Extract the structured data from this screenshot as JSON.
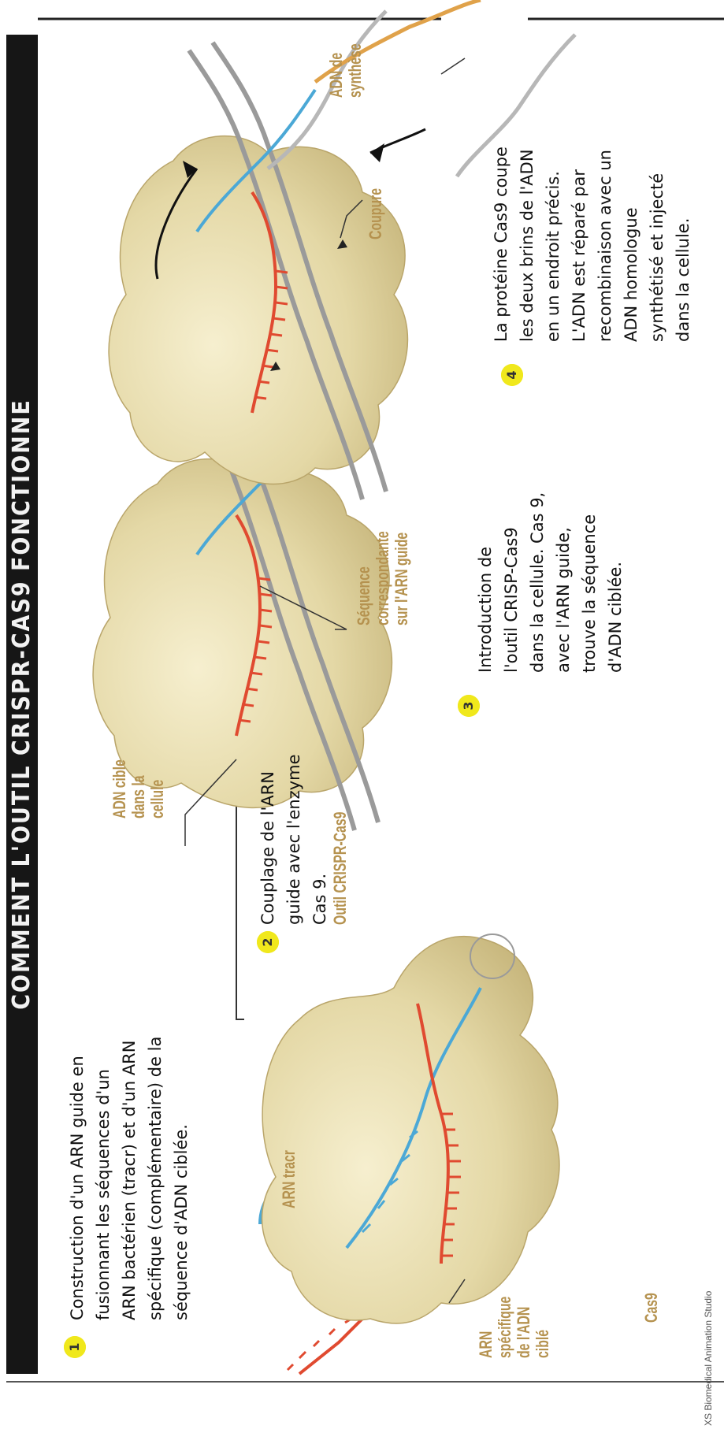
{
  "title": "COMMENT L'OUTIL CRISPR-CAS9 FONCTIONNE",
  "credit": "XS Biomedical Animation Studio",
  "colors": {
    "header_bar": "#161616",
    "badge": "#f0e81c",
    "protein": "#e8ddb0",
    "rna_guide": "#4ba8d6",
    "rna_specific": "#e04a30",
    "dna": "#9a9a9a",
    "dna_synthetic": "#e0a24a",
    "label": "#b5924f"
  },
  "steps": [
    {
      "number": "1",
      "lines": [
        "Construction d'un ARN guide en",
        "fusionnant les séquences d'un",
        "ARN bactérien (tracr) et d'un ARN",
        "spécifique (complémentaire) de la",
        "séquence d'ADN ciblée."
      ]
    },
    {
      "number": "2",
      "lines": [
        "Couplage de l'ARN",
        "guide avec l'enzyme",
        "Cas 9."
      ]
    },
    {
      "number": "3",
      "lines": [
        "Introduction de",
        "l'outil CRISP-Cas9",
        "dans la cellule. Cas 9,",
        "avec l'ARN guide,",
        "trouve la séquence",
        "d'ADN ciblée."
      ]
    },
    {
      "number": "4",
      "lines": [
        "La protéine Cas9 coupe",
        "les deux brins de l'ADN",
        "en un endroit précis.",
        "L'ADN est réparé par",
        "recombinaison avec un",
        "ADN homologue",
        "synthétisé et injecté",
        "dans la cellule."
      ]
    }
  ],
  "labels": {
    "arn_tracr": "ARN tracr",
    "arn_specifique": [
      "ARN",
      "spécifique",
      "de l'ADN",
      "ciblé"
    ],
    "cas9": "Cas9",
    "outil": "Outil CRISPR-Cas9",
    "adn_cible": [
      "ADN cible",
      "dans la",
      "cellule"
    ],
    "sequence": [
      "Séquence",
      "correspondante",
      "sur l'ARN guide"
    ],
    "coupure": "Coupure",
    "adn_synthese": [
      "ADN de",
      "synthèse"
    ]
  }
}
